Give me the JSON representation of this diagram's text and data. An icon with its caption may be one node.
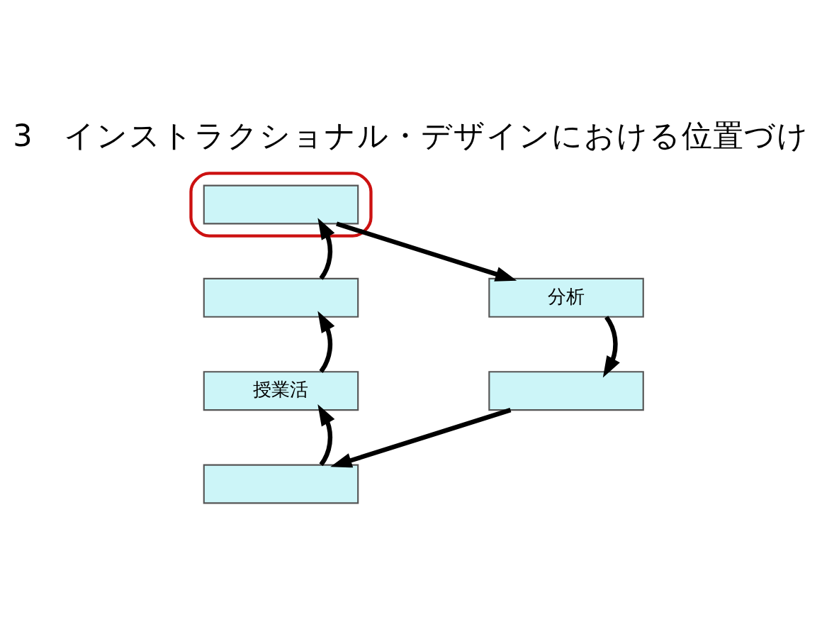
{
  "diagram": {
    "title": "3　インストラクショナル・デザインにおける位置づけ",
    "nodes": [
      {
        "text": [],
        "shape": "ellipse"
      },
      {
        "text": [],
        "shape": "box",
        "in": 0
      },
      {
        "text": [
          "分析"
        ]
      },
      {
        "text": [],
        "shape": "box"
      },
      {
        "text": [],
        "shape": "box"
      },
      {
        "text": [
          "授業活"
        ]
      },
      {
        "text": [],
        "shape": "box"
      }
    ],
    "edges": [
      {
        "from": 1,
        "to": 2,
        "arrow": "to"
      },
      {
        "from": 2,
        "to": 3,
        "arrow": "to"
      },
      {
        "from": 3,
        "to": 4,
        "arrow": "to"
      },
      {
        "from": 4,
        "to": 5,
        "arrow": "to"
      },
      {
        "from": 5,
        "to": 6,
        "arrow": "to"
      },
      {
        "from": 6,
        "to": 1,
        "arrow": "to"
      }
    ]
  }
}
